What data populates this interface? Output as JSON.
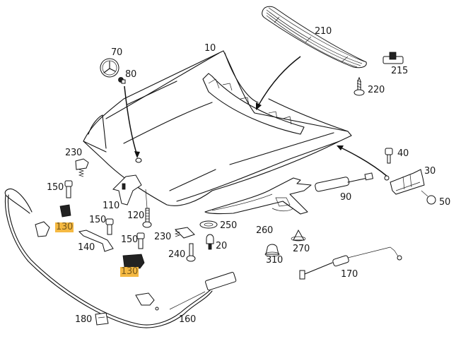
{
  "diagram": {
    "title": "Hood / bonnet parts diagram",
    "highlight_color": "#f5b942",
    "callouts": [
      {
        "id": "10",
        "text": "10",
        "highlighted": false
      },
      {
        "id": "20",
        "text": "20",
        "highlighted": false
      },
      {
        "id": "30",
        "text": "30",
        "highlighted": false
      },
      {
        "id": "40",
        "text": "40",
        "highlighted": false
      },
      {
        "id": "50",
        "text": "50",
        "highlighted": false
      },
      {
        "id": "70",
        "text": "70",
        "highlighted": false
      },
      {
        "id": "80",
        "text": "80",
        "highlighted": false
      },
      {
        "id": "90",
        "text": "90",
        "highlighted": false
      },
      {
        "id": "110",
        "text": "110",
        "highlighted": false
      },
      {
        "id": "120",
        "text": "120",
        "highlighted": false
      },
      {
        "id": "130a",
        "text": "130",
        "highlighted": true
      },
      {
        "id": "130b",
        "text": "130",
        "highlighted": true
      },
      {
        "id": "140",
        "text": "140",
        "highlighted": false
      },
      {
        "id": "150a",
        "text": "150",
        "highlighted": false
      },
      {
        "id": "150b",
        "text": "150",
        "highlighted": false
      },
      {
        "id": "150c",
        "text": "150",
        "highlighted": false
      },
      {
        "id": "160",
        "text": "160",
        "highlighted": false
      },
      {
        "id": "170",
        "text": "170",
        "highlighted": false
      },
      {
        "id": "180",
        "text": "180",
        "highlighted": false
      },
      {
        "id": "210",
        "text": "210",
        "highlighted": false
      },
      {
        "id": "215",
        "text": "215",
        "highlighted": false
      },
      {
        "id": "220",
        "text": "220",
        "highlighted": false
      },
      {
        "id": "230a",
        "text": "230",
        "highlighted": false
      },
      {
        "id": "230b",
        "text": "230",
        "highlighted": false
      },
      {
        "id": "240",
        "text": "240",
        "highlighted": false
      },
      {
        "id": "250",
        "text": "250",
        "highlighted": false
      },
      {
        "id": "260",
        "text": "260",
        "highlighted": false
      },
      {
        "id": "270",
        "text": "270",
        "highlighted": false
      },
      {
        "id": "310",
        "text": "310",
        "highlighted": false
      }
    ]
  }
}
